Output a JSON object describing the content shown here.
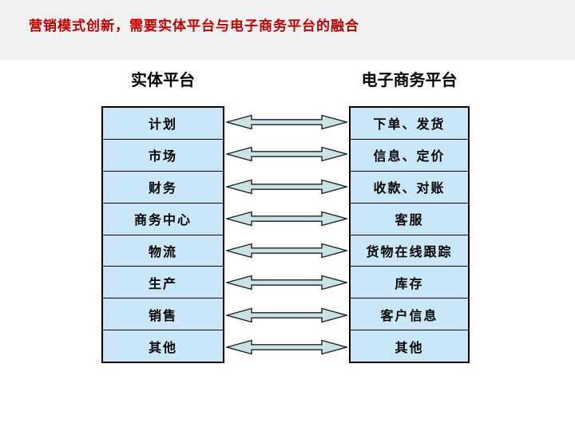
{
  "title": "营销模式创新，需要实体平台与电子商务平台的融合",
  "left": {
    "header": "实体平台",
    "rows": [
      "计划",
      "市场",
      "财务",
      "商务中心",
      "物流",
      "生产",
      "销售",
      "其他"
    ]
  },
  "right": {
    "header": "电子商务平台",
    "rows": [
      "下单、发货",
      "信息、定价",
      "收款、对账",
      "客服",
      "货物在线跟踪",
      "库存",
      "客户信息",
      "其他"
    ]
  },
  "arrows": {
    "count": 8,
    "icon": "double-headed-arrow-icon"
  },
  "colors": {
    "title_text": "#c00000",
    "top_band": "#f1f1f1",
    "box_fill": "#c9e7f8",
    "box_border": "#000000",
    "arrow_fill": "#c9e3e4",
    "arrow_stroke": "#1f1f1f",
    "background": "#ffffff"
  }
}
